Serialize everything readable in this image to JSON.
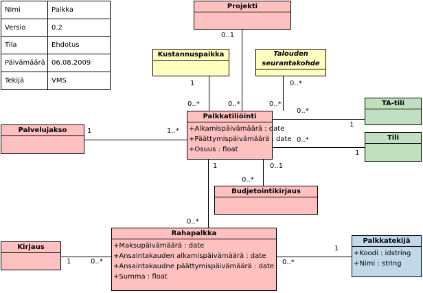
{
  "meta": [
    {
      "key": "Nimi",
      "value": "Palkka"
    },
    {
      "key": "Versio",
      "value": "0.2"
    },
    {
      "key": "Tila",
      "value": "Ehdotus"
    },
    {
      "key": "Päivämäärä",
      "value": "06.08.2009"
    },
    {
      "key": "Tekijä",
      "value": "VMS"
    }
  ],
  "classes": {
    "projekti": {
      "name": "Projekti"
    },
    "kustannuspaikka": {
      "name": "Kustannuspaikka"
    },
    "talouden": {
      "name_line1": "Talouden",
      "name_line2": "seurantakohde"
    },
    "palkkatiliointi": {
      "name": "Palkkatiliöinti",
      "attrs": [
        "+Alkamispäivämäärä : date",
        "+Päättymispäivämäärä : date",
        "+Osuus : float"
      ]
    },
    "palvelujakso": {
      "name": "Palvelujakso"
    },
    "tatili": {
      "name": "TA-tili"
    },
    "tili": {
      "name": "Tili"
    },
    "budjetointikirjaus": {
      "name": "Budjetointikirjaus"
    },
    "rahapalkka": {
      "name": "Rahapalkka",
      "attrs": [
        "+Maksupäivämäärä : date",
        "+Ansaintakauden alkamispäivämäärä : date",
        "+Ansaintakaudne päättymispäivämäärä : date",
        "+Summa : float"
      ]
    },
    "kirjaus": {
      "name": "Kirjaus"
    },
    "palkkatekija": {
      "name": "Palkkatekijä",
      "attrs": [
        "+Koodi : idstring",
        "+Nimi : string"
      ]
    }
  },
  "multiplicities": {
    "projekti_end": "0..1",
    "projekti_pt_end": "0..*",
    "kustannus_end": "1",
    "kustannus_pt_end": "0..*",
    "talouden_end": "0..*",
    "talouden_pt_end": "0..*",
    "palvelu_end": "1",
    "palvelu_pt_end": "1..*",
    "tatili_pt_end": "0..*",
    "tatili_end": "1",
    "tili_pt_end": "0..*",
    "tili_end": "1",
    "rp_pt_end": "1",
    "rp_end": "0..*",
    "budj_pt_end": "0..1",
    "budj_end": "0..*",
    "kirjaus_end": "1",
    "kirjaus_rp_end": "0..*",
    "tekija_rp_end": "0..*",
    "tekija_end": "1"
  },
  "colors": {
    "entity": "#ffc0c0",
    "cost_object": "#ffffc0",
    "account": "#c0e0c0",
    "factor": "#c0d8e8"
  }
}
